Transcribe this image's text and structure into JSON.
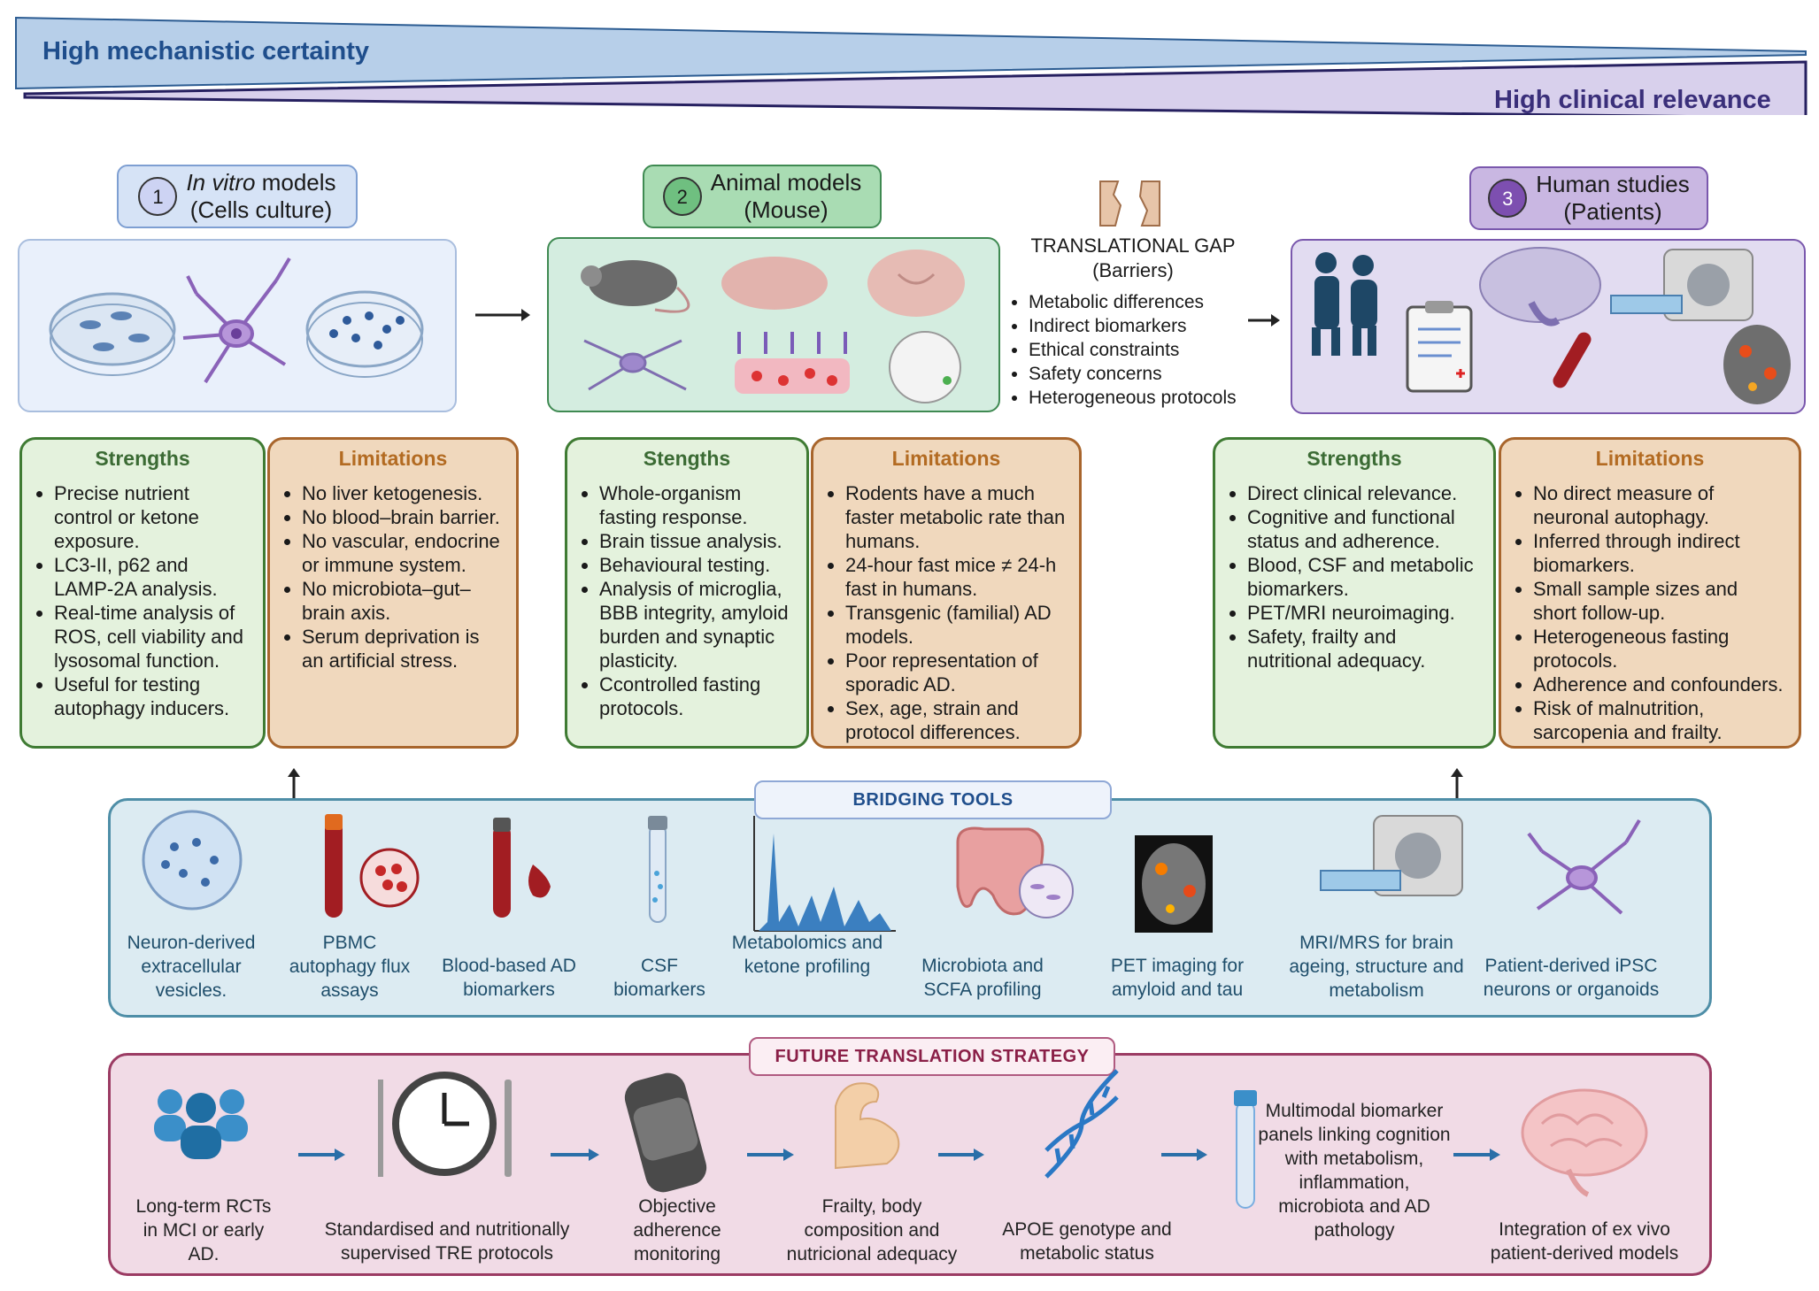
{
  "header": {
    "left_band": "High mechanistic certainty",
    "right_band": "High clinical relevance"
  },
  "models": [
    {
      "num": "1",
      "title_italic": "In vitro",
      "title_rest": " models",
      "subtitle": "(Cells culture)"
    },
    {
      "num": "2",
      "title": "Animal models",
      "subtitle": "(Mouse)"
    },
    {
      "num": "3",
      "title": "Human studies",
      "subtitle": "(Patients)"
    }
  ],
  "gap": {
    "title": "TRANSLATIONAL GAP",
    "subtitle": "(Barriers)",
    "items": [
      "Metabolic differences",
      "Indirect biomarkers",
      "Ethical constraints",
      "Safety concerns",
      "Heterogeneous protocols"
    ]
  },
  "invitro": {
    "strengths_title": "Strengths",
    "strengths": [
      "Precise nutrient control or ketone exposure.",
      "LC3-II, p62 and LAMP-2A analysis.",
      "Real-time analysis of ROS, cell viability and lysosomal function.",
      "Useful for testing autophagy inducers."
    ],
    "limitations_title": "Limitations",
    "limitations": [
      "No liver ketogenesis.",
      "No blood–brain barrier.",
      "No vascular, endocrine or immune system.",
      "No microbiota–gut–brain axis.",
      "Serum deprivation is an artificial stress."
    ]
  },
  "animal": {
    "strengths_title": "Stengths",
    "strengths": [
      "Whole-organism fasting response.",
      "Brain tissue analysis.",
      "Behavioural testing.",
      "Analysis of microglia, BBB integrity, amyloid burden and synaptic plasticity.",
      "Ccontrolled fasting protocols."
    ],
    "limitations_title": "Limitations",
    "limitations": [
      "Rodents have a much faster metabolic rate than humans.",
      "24-hour fast mice ≠ 24-h fast in humans.",
      "Transgenic (familial) AD models.",
      "Poor representation of sporadic AD.",
      "Sex, age, strain and protocol differences."
    ]
  },
  "human": {
    "strengths_title": "Strengths",
    "strengths": [
      "Direct clinical relevance.",
      "Cognitive and functional status and adherence.",
      "Blood, CSF and metabolic biomarkers.",
      "PET/MRI neuroimaging.",
      "Safety, frailty and nutritional adequacy."
    ],
    "limitations_title": "Limitations",
    "limitations": [
      "No direct measure of neuronal autophagy.",
      "Inferred through indirect biomarkers.",
      "Small sample sizes and short follow-up.",
      "Heterogeneous fasting protocols.",
      "Adherence and confounders.",
      "Risk of malnutrition, sarcopenia and frailty."
    ]
  },
  "bridging": {
    "title": "BRIDGING TOOLS",
    "tools": [
      {
        "label": "Neuron-derived extracellular vesicles.",
        "icon": "vesicles-dish-icon"
      },
      {
        "label": "PBMC autophagy flux assays",
        "icon": "blood-tube-cells-icon"
      },
      {
        "label": "Blood-based AD biomarkers",
        "icon": "blood-tube-drop-icon"
      },
      {
        "label": "CSF biomarkers",
        "icon": "csf-tube-icon"
      },
      {
        "label": "Metabolomics and ketone profiling",
        "icon": "spectrum-icon"
      },
      {
        "label": "Microbiota and SCFA profiling",
        "icon": "gut-microbiota-icon"
      },
      {
        "label": "PET imaging for amyloid and tau",
        "icon": "pet-scan-icon"
      },
      {
        "label": "MRI/MRS for brain ageing, structure and metabolism",
        "icon": "mri-scanner-icon"
      },
      {
        "label": "Patient-derived iPSC neurons or organoids",
        "icon": "neuron-icon"
      }
    ]
  },
  "future": {
    "title": "FUTURE TRANSLATION STRATEGY",
    "steps": [
      {
        "label": "Long-term RCTs in MCI or early AD.",
        "icon": "patients-group-icon"
      },
      {
        "label": "Standardised  and  nutritionally supervised TRE protocols",
        "icon": "clock-cutlery-icon"
      },
      {
        "label": "Objective adherence monitoring",
        "icon": "smartwatch-icon"
      },
      {
        "label": "Frailty, body composition and nutricional adequacy",
        "icon": "arm-muscle-icon"
      },
      {
        "label": "APOE genotype and metabolic status",
        "icon": "dna-icon"
      },
      {
        "label": "Multimodal biomarker panels linking cognition with metabolism, inflammation, microbiota and AD pathology",
        "icon": "sample-tube-icon"
      },
      {
        "label": "Integration of ex vivo patient-derived models",
        "icon": "brain-icon"
      }
    ]
  },
  "colors": {
    "invitro": "#dbe6f6",
    "animal": "#cfe9d5",
    "human": "#ddd3ec",
    "bridging": "#dcebf2",
    "future": "#f1dbe6"
  }
}
